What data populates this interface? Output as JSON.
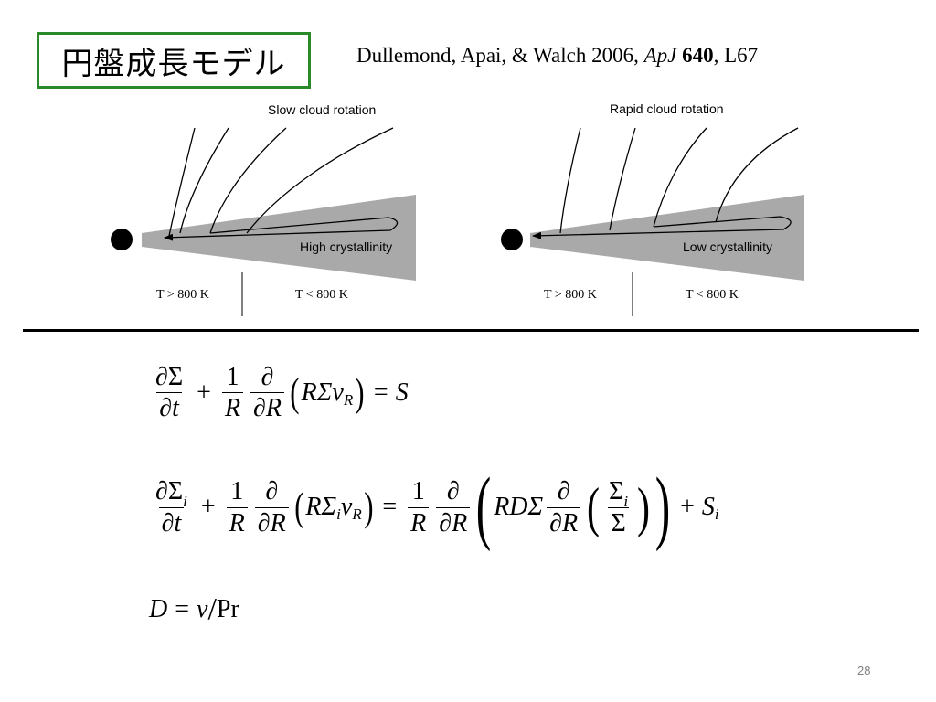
{
  "slide": {
    "title": "円盤成長モデル",
    "citation": {
      "authors_year": "Dullemond, Apai, & Walch 2006, ",
      "journal": "ApJ",
      "volume": "640",
      "page": ", L67"
    },
    "page_number": "28"
  },
  "figure": {
    "left_panel": {
      "title": "Slow cloud rotation",
      "disk_label": "High crystallinity",
      "inner_label": "T > 800 K",
      "outer_label": "T < 800 K"
    },
    "right_panel": {
      "title": "Rapid cloud rotation",
      "disk_label": "Low crystallinity",
      "inner_label": "T > 800 K",
      "outer_label": "T < 800 K"
    },
    "colors": {
      "disk": "#a9a9a9",
      "star": "#000000"
    }
  },
  "equations": {
    "eq1": {
      "d": "∂",
      "sigma": "Σ",
      "t": "t",
      "one": "1",
      "R": "R",
      "paren_open": "(",
      "paren_close": ")",
      "R_sigma_v": "RΣv",
      "sub_R": "R",
      "equals": "=",
      "S": "S",
      "plus": "+"
    },
    "eq2": {
      "d": "∂",
      "sigma_i": "Σ",
      "sub_i": "i",
      "t": "t",
      "one": "1",
      "R": "R",
      "paren_open": "(",
      "paren_close": ")",
      "R_sigma": "RΣ",
      "v": "v",
      "sub_R": "R",
      "equals": "=",
      "plus": "+",
      "RD_sigma": "RDΣ",
      "sigma": "Σ",
      "S": "S"
    },
    "eq3": {
      "D": "D",
      "equals": "=",
      "nu": "ν",
      "slash": "/",
      "Pr": "Pr"
    }
  }
}
